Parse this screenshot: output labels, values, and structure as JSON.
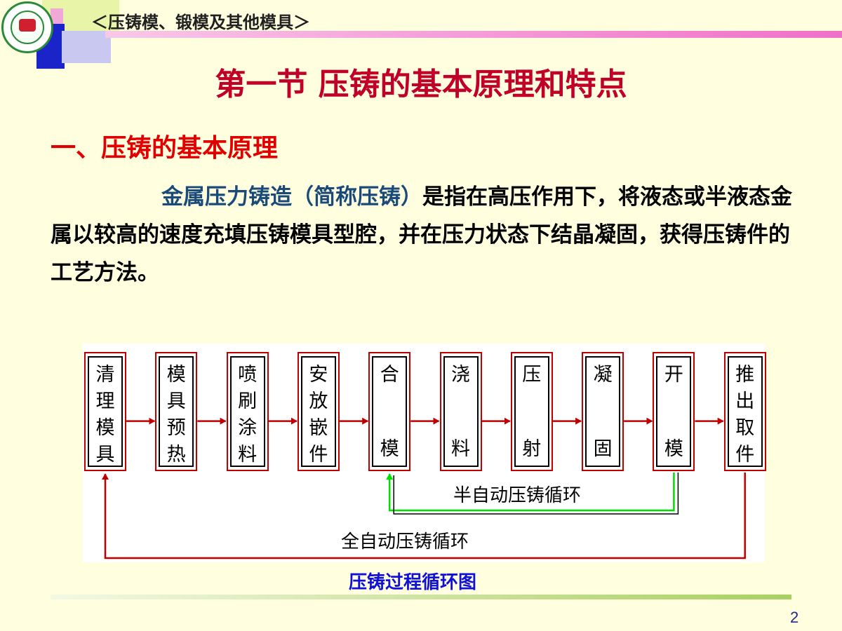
{
  "header": {
    "title": "＜压铸模、锻模及其他模具＞"
  },
  "section_title": "第一节  压铸的基本原理和特点",
  "subsection_title": "一、压铸的基本原理",
  "paragraph": {
    "highlight": "金属压力铸造（简称压铸）",
    "rest": "是指在高压作用下，将液态或半液态金属以较高的速度充填压铸模具型腔，并在压力状态下结晶凝固，获得压铸件的工艺方法。"
  },
  "diagram": {
    "steps": [
      {
        "label": [
          "清",
          "理",
          "模",
          "具"
        ]
      },
      {
        "label": [
          "模",
          "具",
          "预",
          "热"
        ]
      },
      {
        "label": [
          "喷",
          "刷",
          "涂",
          "料"
        ]
      },
      {
        "label": [
          "安",
          "放",
          "嵌",
          "件"
        ]
      },
      {
        "label": [
          "合",
          "模"
        ]
      },
      {
        "label": [
          "浇",
          "料"
        ]
      },
      {
        "label": [
          "压",
          "射"
        ]
      },
      {
        "label": [
          "凝",
          "固"
        ]
      },
      {
        "label": [
          "开",
          "模"
        ]
      },
      {
        "label": [
          "推",
          "出",
          "取",
          "件"
        ]
      }
    ],
    "semi_auto_label": "半自动压铸循环",
    "full_auto_label": "全自动压铸循环",
    "caption": "压铸过程循环图",
    "colors": {
      "flow": "#C00000",
      "semi": "#00E000",
      "frame": "#000000"
    }
  },
  "page_number": "2"
}
